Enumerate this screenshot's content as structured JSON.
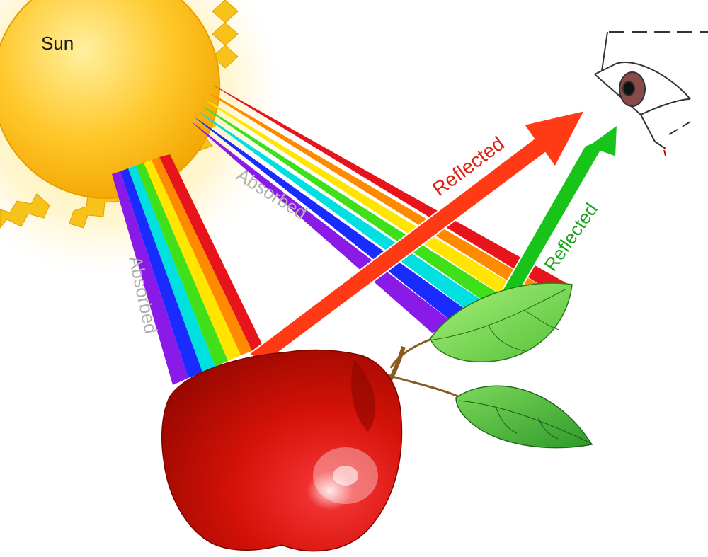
{
  "labels": {
    "sun": "Sun",
    "absorbed_lower": "Absorbed",
    "absorbed_upper": "Absorbed",
    "reflected_red": "Reflected",
    "reflected_green": "Reflected"
  },
  "colors": {
    "spectrum": [
      "#e8141c",
      "#ff8a00",
      "#ffe500",
      "#3fe01a",
      "#00e0e0",
      "#1a2bff",
      "#8a1ae8"
    ],
    "reflected_red": "#ff3a14",
    "reflected_green": "#18c41a",
    "absorbed_text": "#b0b0b0",
    "apple": "#d41208",
    "leaf": "#6ed04a",
    "sun": "#f7b800"
  }
}
